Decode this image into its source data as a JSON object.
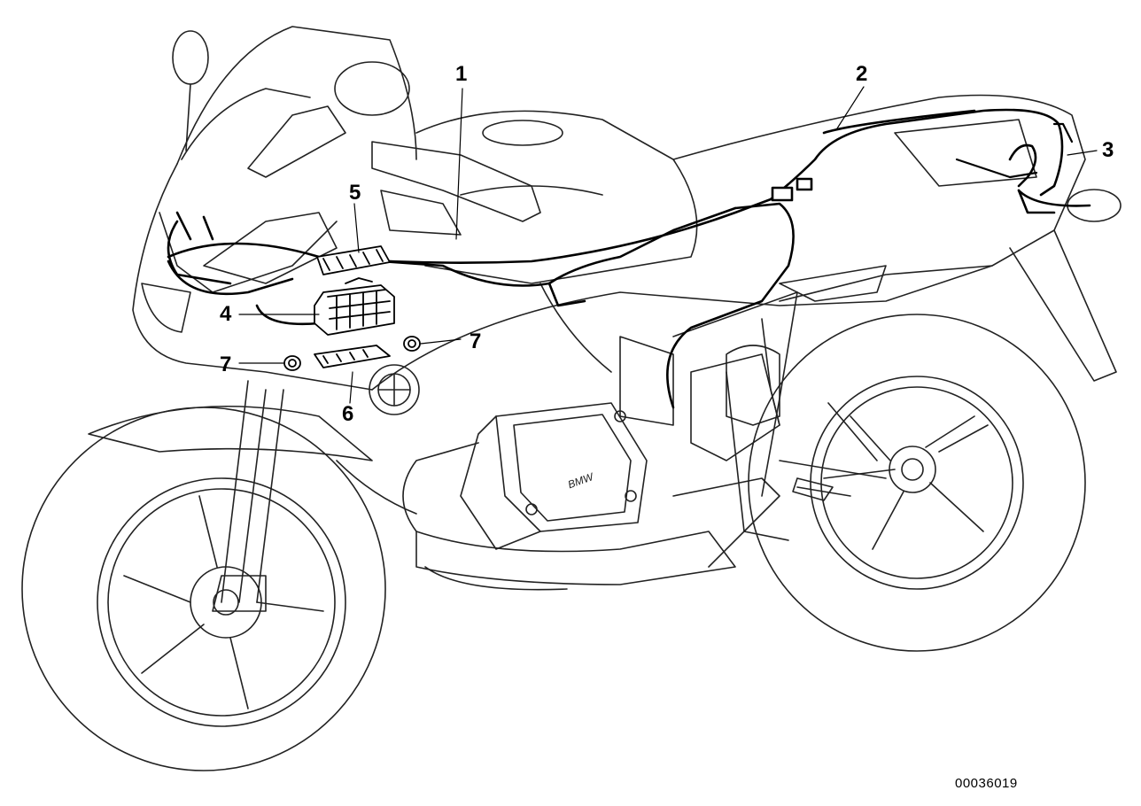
{
  "callouts": [
    {
      "id": "1",
      "label": "1"
    },
    {
      "id": "2",
      "label": "2"
    },
    {
      "id": "3",
      "label": "3"
    },
    {
      "id": "4",
      "label": "4"
    },
    {
      "id": "5",
      "label": "5"
    },
    {
      "id": "6",
      "label": "6"
    },
    {
      "id": "7a",
      "label": "7"
    },
    {
      "id": "7b",
      "label": "7"
    }
  ],
  "reference_number": "00036019",
  "emblem_text": "BMW",
  "engine_cover_text": "BMW"
}
